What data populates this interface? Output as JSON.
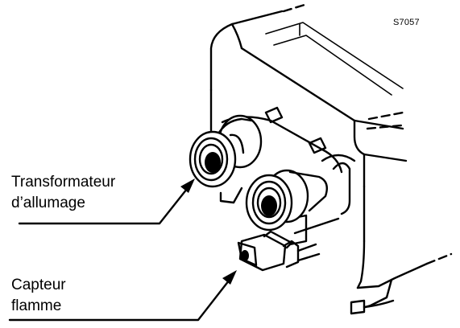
{
  "figure": {
    "ref_code": "S7057",
    "labels": {
      "ignition_transformer": [
        "Transformateur",
        "d’allumage"
      ],
      "flame_sensor": [
        "Capteur",
        "flamme"
      ]
    }
  }
}
